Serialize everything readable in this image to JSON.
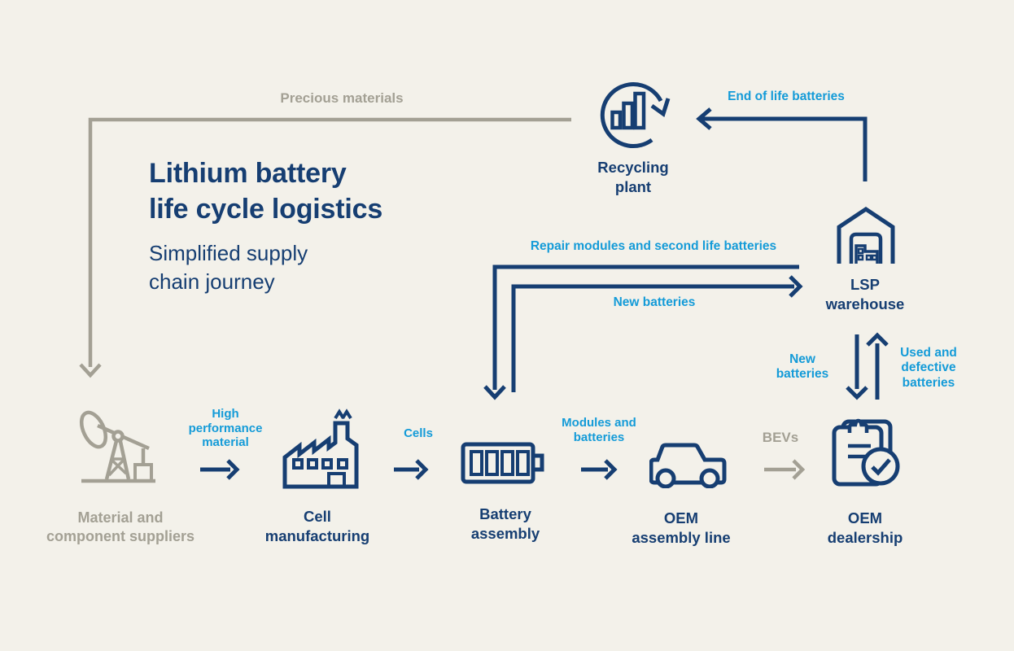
{
  "colors": {
    "background": "#f3f1ea",
    "navy": "#163e72",
    "cyan": "#149bd8",
    "gray": "#a3a094"
  },
  "title": {
    "heading": "Lithium battery\nlife cycle logistics",
    "subtitle": "Simplified supply\nchain journey"
  },
  "nodes": {
    "recycling_plant": "Recycling\nplant",
    "lsp_warehouse": "LSP\nwarehouse",
    "suppliers": "Material and\ncomponent suppliers",
    "cell_manufacturing": "Cell\nmanufacturing",
    "battery_assembly": "Battery\nassembly",
    "oem_assembly_line": "OEM\nassembly line",
    "oem_dealership": "OEM\ndealership"
  },
  "flows": {
    "precious_materials": "Precious materials",
    "end_of_life": "End of life batteries",
    "repair_modules": "Repair modules and second life batteries",
    "new_batteries_top": "New batteries",
    "new_batteries_side": "New\nbatteries",
    "used_defective": "Used and\ndefective\nbatteries",
    "high_performance": "High\nperformance\nmaterial",
    "cells": "Cells",
    "modules_batteries": "Modules and\nbatteries",
    "bevs": "BEVs"
  }
}
